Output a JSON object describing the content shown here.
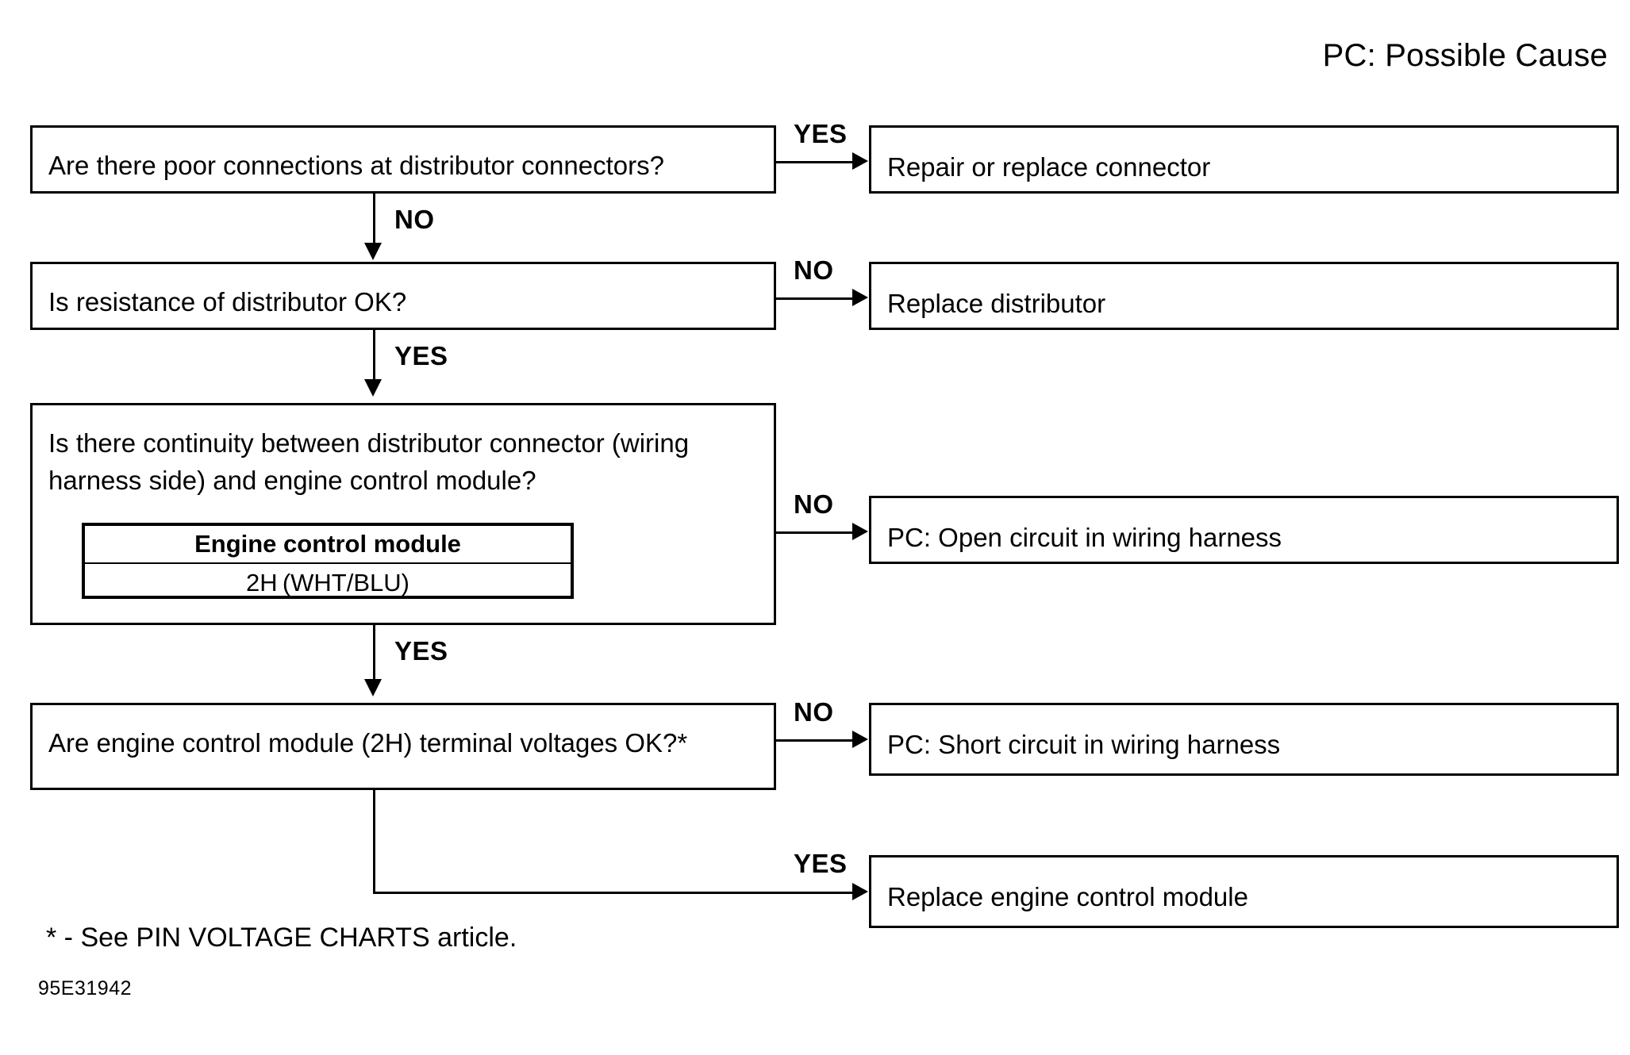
{
  "legend": {
    "text": "PC: Possible Cause"
  },
  "chart_data": {
    "type": "flowchart",
    "title": "PC: Possible Cause",
    "orientation": "top-down with right branches",
    "nodes": [
      {
        "id": "q1",
        "kind": "question",
        "text": "Are there poor connections at distributor connectors?"
      },
      {
        "id": "r1",
        "kind": "result",
        "text": "Repair or replace connector"
      },
      {
        "id": "q2",
        "kind": "question",
        "text": "Is resistance of distributor OK?"
      },
      {
        "id": "r2",
        "kind": "result",
        "text": "Replace distributor"
      },
      {
        "id": "q3",
        "kind": "question",
        "text": "Is there continuity between distributor connector (wiring harness side) and engine control module?"
      },
      {
        "id": "r3",
        "kind": "result",
        "text": "PC: Open circuit in wiring harness"
      },
      {
        "id": "q4",
        "kind": "question",
        "text": "Are engine control module (2H) terminal voltages OK?*"
      },
      {
        "id": "r4",
        "kind": "result",
        "text": "PC: Short circuit in wiring harness"
      },
      {
        "id": "r5",
        "kind": "result",
        "text": "Replace engine control module"
      }
    ],
    "edges": [
      {
        "from": "q1",
        "to": "r1",
        "label": "YES",
        "direction": "right"
      },
      {
        "from": "q1",
        "to": "q2",
        "label": "NO",
        "direction": "down"
      },
      {
        "from": "q2",
        "to": "r2",
        "label": "NO",
        "direction": "right"
      },
      {
        "from": "q2",
        "to": "q3",
        "label": "YES",
        "direction": "down"
      },
      {
        "from": "q3",
        "to": "r3",
        "label": "NO",
        "direction": "right"
      },
      {
        "from": "q3",
        "to": "q4",
        "label": "YES",
        "direction": "down"
      },
      {
        "from": "q4",
        "to": "r4",
        "label": "NO",
        "direction": "right"
      },
      {
        "from": "q4",
        "to": "r5",
        "label": "YES",
        "direction": "down-then-right"
      }
    ]
  },
  "boxes": {
    "q1": {
      "text": "Are there poor connections at distributor connectors?"
    },
    "r1": {
      "text": "Repair or replace connector"
    },
    "q2": {
      "text": "Is resistance of distributor OK?"
    },
    "r2": {
      "text": "Replace distributor"
    },
    "q3": {
      "text": "Is there continuity between distributor connector (wiring\nharness side) and engine control module?"
    },
    "r3": {
      "text": "PC: Open circuit in wiring harness"
    },
    "q4": {
      "text": "Are engine control module (2H) terminal voltages OK?*"
    },
    "r4": {
      "text": "PC: Short circuit in wiring harness"
    },
    "r5": {
      "text": "Replace engine control module"
    }
  },
  "inner_table": {
    "header": "Engine control module",
    "value": "2H (WHT/BLU)"
  },
  "labels": {
    "yes_1": "YES",
    "no_1": "NO",
    "no_2": "NO",
    "yes_2": "YES",
    "no_3": "NO",
    "yes_3": "YES",
    "no_4": "NO",
    "yes_4": "YES"
  },
  "footnote": {
    "text": "* - See PIN VOLTAGE CHARTS article."
  },
  "figure_id": {
    "text": "95E31942"
  },
  "colors": {
    "background": "#ffffff",
    "ink": "#000000"
  }
}
